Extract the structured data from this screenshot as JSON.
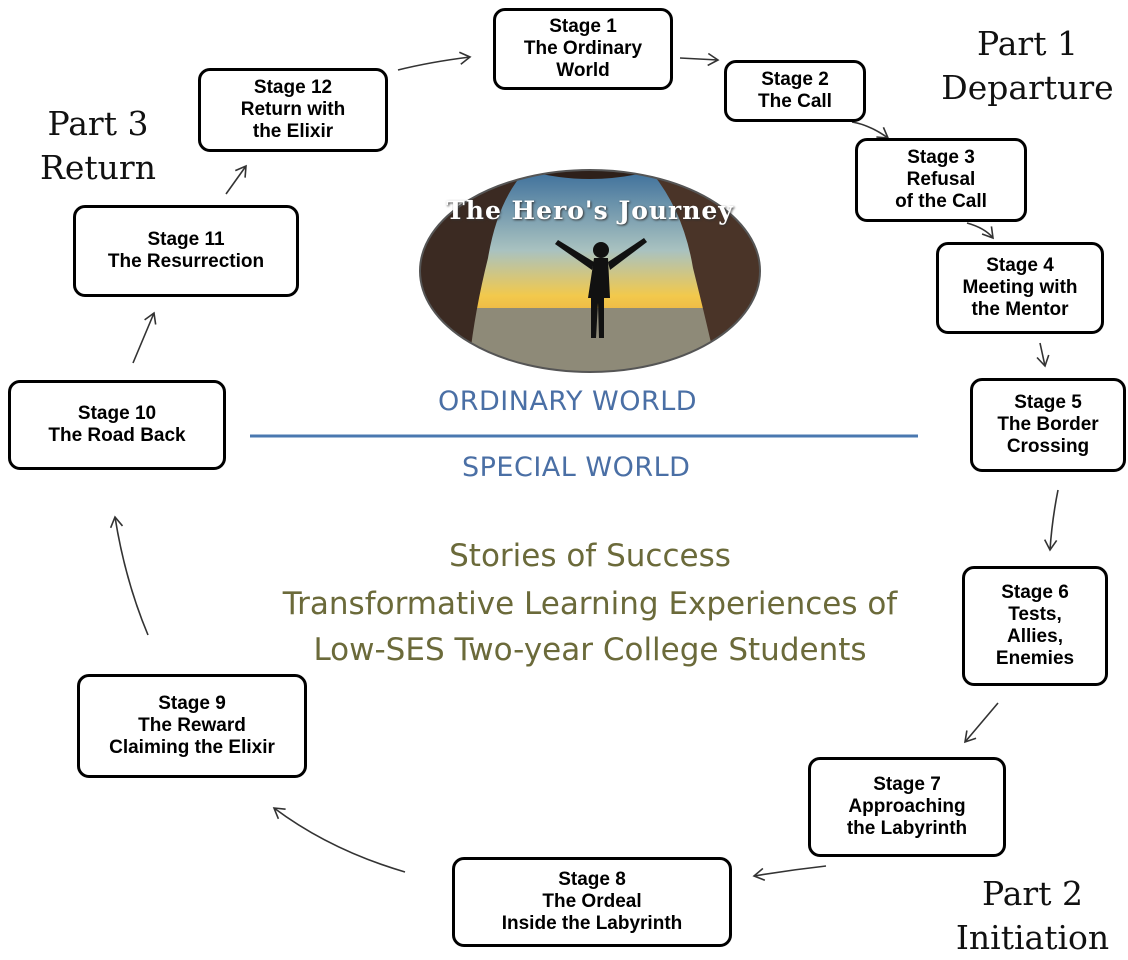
{
  "parts": {
    "part1": {
      "line1": "Part 1",
      "line2": "Departure"
    },
    "part2": {
      "line1": "Part 2",
      "line2": "Initiation"
    },
    "part3": {
      "line1": "Part 3",
      "line2": "Return"
    }
  },
  "stages": [
    {
      "num": "Stage 1",
      "name": [
        "The Ordinary",
        "World"
      ]
    },
    {
      "num": "Stage 2",
      "name": [
        "The Call"
      ]
    },
    {
      "num": "Stage 3",
      "name": [
        "Refusal",
        "of the Call"
      ]
    },
    {
      "num": "Stage 4",
      "name": [
        "Meeting with",
        "the Mentor"
      ]
    },
    {
      "num": "Stage 5",
      "name": [
        "The Border",
        "Crossing"
      ]
    },
    {
      "num": "Stage 6",
      "name": [
        "Tests,",
        "Allies,",
        "Enemies"
      ]
    },
    {
      "num": "Stage 7",
      "name": [
        "Approaching",
        "the Labyrinth"
      ]
    },
    {
      "num": "Stage 8",
      "name": [
        "The Ordeal",
        "Inside the Labyrinth"
      ]
    },
    {
      "num": "Stage 9",
      "name": [
        "The Reward",
        "Claiming the Elixir"
      ]
    },
    {
      "num": "Stage 10",
      "name": [
        "The Road Back"
      ]
    },
    {
      "num": "Stage 11",
      "name": [
        "The Resurrection"
      ]
    },
    {
      "num": "Stage 12",
      "name": [
        "Return with",
        "the Elixir"
      ]
    }
  ],
  "logo_title": "The Hero's Journey",
  "divider": {
    "top": "ORDINARY WORLD",
    "bottom": "SPECIAL WORLD"
  },
  "subtitle": {
    "line1": "Stories of Success",
    "line2": "Transformative Learning Experiences of",
    "line3": "Low-SES Two-year College Students"
  },
  "colors": {
    "divider": "#4a78b0",
    "world_text": "#4a6fa5",
    "subtitle_text": "#6b6a3a",
    "stage_border": "#000000"
  }
}
